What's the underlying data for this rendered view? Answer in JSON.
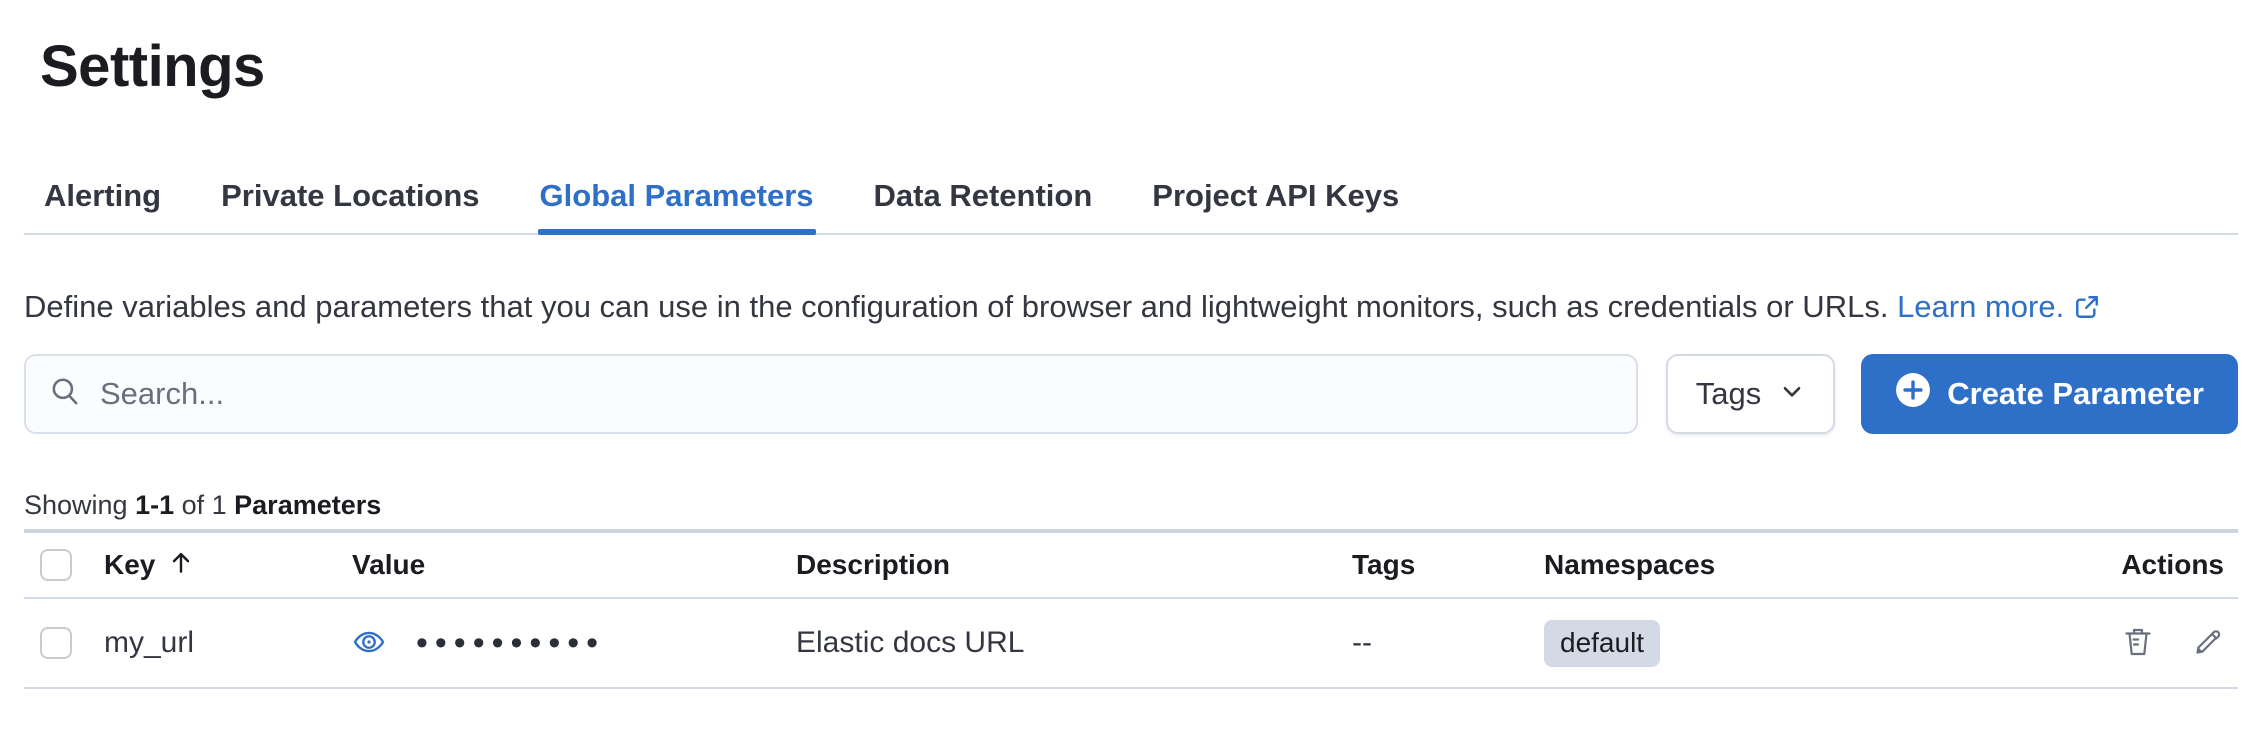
{
  "page": {
    "title": "Settings"
  },
  "tabs": [
    {
      "label": "Alerting",
      "active": false
    },
    {
      "label": "Private Locations",
      "active": false
    },
    {
      "label": "Global Parameters",
      "active": true
    },
    {
      "label": "Data Retention",
      "active": false
    },
    {
      "label": "Project API Keys",
      "active": false
    }
  ],
  "description": {
    "text": "Define variables and parameters that you can use in the configuration of browser and lightweight monitors, such as credentials or URLs. ",
    "link_label": "Learn more."
  },
  "controls": {
    "search_placeholder": "Search...",
    "tags_button_label": "Tags",
    "create_button_label": "Create Parameter"
  },
  "summary": {
    "part1": "Showing ",
    "range": "1-1",
    "part2": " of 1 ",
    "entity": "Parameters"
  },
  "table": {
    "columns": [
      "Key",
      "Value",
      "Description",
      "Tags",
      "Namespaces",
      "Actions"
    ],
    "sorted_column": "Key",
    "sort_direction": "ascending",
    "rows": [
      {
        "key": "my_url",
        "value_masked": "••••••••••",
        "description": "Elastic docs URL",
        "tags": "--",
        "namespace": "default"
      }
    ]
  },
  "icons": {
    "search": "magnifier",
    "chevron_down": "dropdown-arrow",
    "plus_in_circle": "create",
    "popout": "external-link",
    "eye": "reveal-value",
    "trash": "delete",
    "pencil": "edit",
    "arrow_up": "sort-ascending"
  },
  "colors": {
    "accent_blue": "#2e6fc8",
    "heading_text": "#1a1c21",
    "body_text": "#343741",
    "subdued_text": "#69707d",
    "border": "#d3dae6",
    "badge_bg": "#d3dae6",
    "search_bg": "#fbfcfd"
  }
}
